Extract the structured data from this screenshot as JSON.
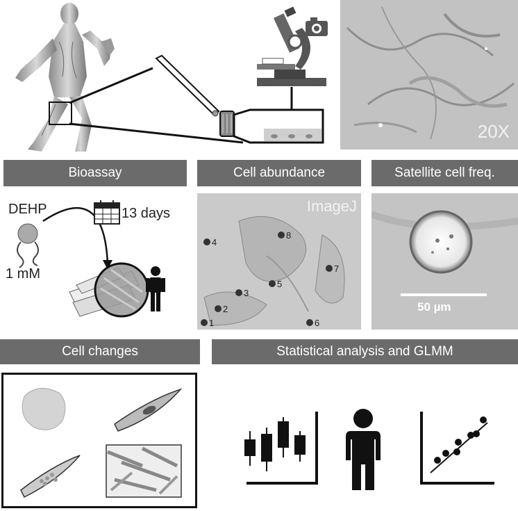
{
  "top_panel": {
    "magnification_label": "20X"
  },
  "banners": {
    "bioassay": "Bioassay",
    "cell_abundance": "Cell abundance",
    "satellite_freq": "Satellite cell freq.",
    "cell_changes": "Cell changes",
    "statistics": "Statistical analysis and GLMM"
  },
  "bioassay": {
    "compound": "DEHP",
    "concentration": "1 mM",
    "duration": "13 days"
  },
  "cell_abundance": {
    "software": "ImageJ",
    "cell_markers": [
      "1",
      "2",
      "3",
      "4",
      "5",
      "6",
      "7",
      "8"
    ]
  },
  "satellite": {
    "scale_bar": "50 µm"
  },
  "colors": {
    "banner": "#6b6b6b",
    "micrograph_bg": "#c8c8c8",
    "marker": "#333333"
  }
}
